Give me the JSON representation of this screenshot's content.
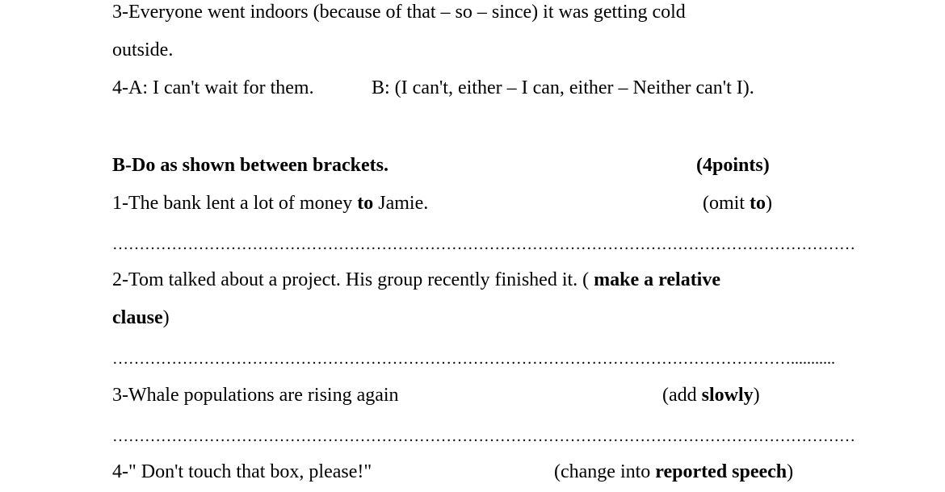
{
  "section_a": {
    "q3_line1": "3-Everyone went indoors (because of that – so – since) it was getting cold",
    "q3_line2": "outside.",
    "q4_a": "4-A: I can't wait for them.",
    "q4_b": "B: (I can't, either – I can, either – Neither can't I)."
  },
  "section_b": {
    "heading": "B-Do as shown between brackets.",
    "points": "(4points)",
    "q1": {
      "text_before": "1-The bank lent a lot of money ",
      "text_bold": "to",
      "text_after": " Jamie.",
      "instr_before": "(omit ",
      "instr_bold": "to",
      "instr_after": ")"
    },
    "dots1": "…………………………………………………………………………………………………………………………",
    "q2": {
      "text": "2-Tom talked about a project. His group recently finished it. ( ",
      "instr_bold_1": "make a relative",
      "instr_bold_2": "clause",
      "instr_after": ")"
    },
    "dots2": "………………………………………………………………………………………………………………...........",
    "q3": {
      "text": "3-Whale populations are rising again",
      "instr_before": "(add ",
      "instr_bold": "slowly",
      "instr_after": ")"
    },
    "dots3": "…………………………………………………………………………………………………………………………",
    "q4": {
      "text": "4-\" Don't touch that box, please!\"",
      "instr_before": "(change into ",
      "instr_bold": "reported speech",
      "instr_after": ")"
    }
  }
}
